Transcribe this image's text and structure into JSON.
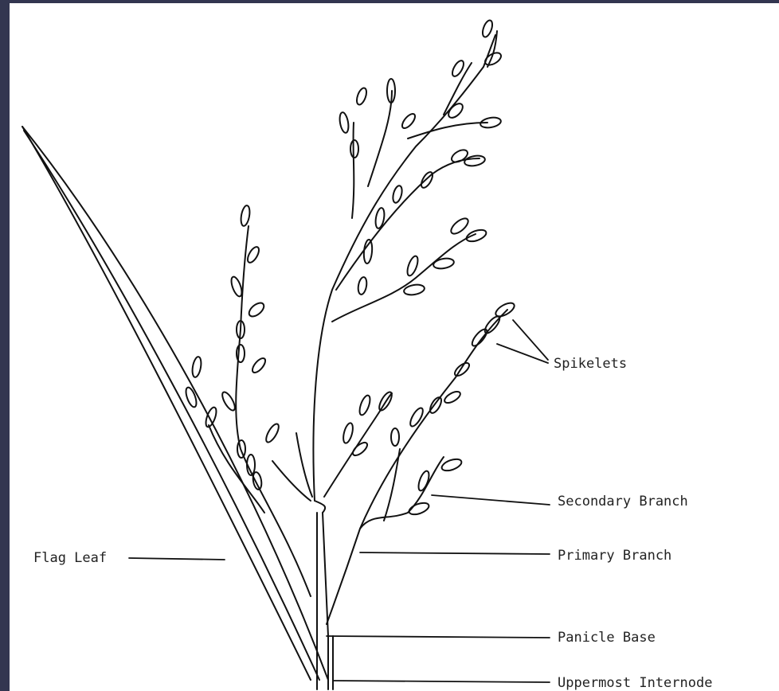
{
  "diagram": {
    "labels": {
      "spikelets": "Spikelets",
      "secondary_branch": "Secondary Branch",
      "primary_branch": "Primary Branch",
      "flag_leaf": "Flag Leaf",
      "panicle_base": "Panicle Base",
      "uppermost_internode": "Uppermost Internode"
    },
    "colors": {
      "frame": "#333650",
      "paper": "#ffffff",
      "ink": "#111111"
    }
  }
}
